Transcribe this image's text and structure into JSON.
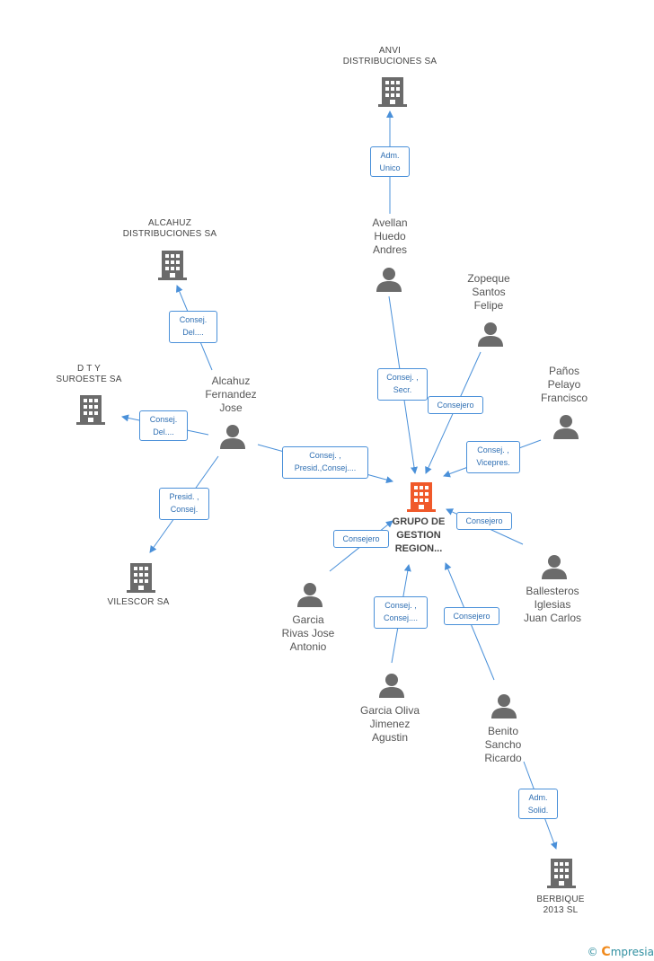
{
  "colors": {
    "edge": "#4a90d9",
    "person_icon": "#6b6b6b",
    "building_icon": "#6b6b6b",
    "center_building": "#f0592a",
    "brand": "#2f8fa0",
    "brand_accent": "#f08a1c"
  },
  "center": {
    "name": "GRUPO DE\nGESTION\nREGION..."
  },
  "companies": {
    "anvi": "ANVI\nDISTRIBUCIONES SA",
    "alcahuz": "ALCAHUZ\nDISTRIBUCIONES SA",
    "dty": "D T Y\nSUROESTE SA",
    "vilescor": "VILESCOR SA",
    "berbique": "BERBIQUE\n2013  SL"
  },
  "persons": {
    "avellan": "Avellan\nHuedo\nAndres",
    "zopeque": "Zopeque\nSantos\nFelipe",
    "panos": "Paños\nPelayo\nFrancisco",
    "alcahuz_jose": "Alcahuz\nFernandez\nJose",
    "ballesteros": "Ballesteros\nIglesias\nJuan Carlos",
    "garcia_rivas": "Garcia\nRivas Jose\nAntonio",
    "garcia_oliva": "Garcia Oliva\nJimenez\nAgustin",
    "benito": "Benito\nSancho\nRicardo"
  },
  "edge_labels": {
    "adm_unico": "Adm.\nUnico",
    "consej_del_alcahuz": "Consej.\nDel....",
    "consej_secr": "Consej. ,\nSecr.",
    "consejero_zopeque": "Consejero",
    "consej_vicepres": "Consej. ,\nVicepres.",
    "consej_del_dty": "Consej.\nDel....",
    "consej_presid": "Consej. ,\nPresid.,Consej....",
    "presid_consej": "Presid. ,\nConsej.",
    "consejero_ballesteros": "Consejero",
    "consejero_garcia_rivas": "Consejero",
    "consej_consej": "Consej. ,\nConsej....",
    "consejero_benito": "Consejero",
    "adm_solid": "Adm.\nSolid."
  },
  "brand": {
    "copyright": "©",
    "initial": "C",
    "name": "mpresia"
  }
}
